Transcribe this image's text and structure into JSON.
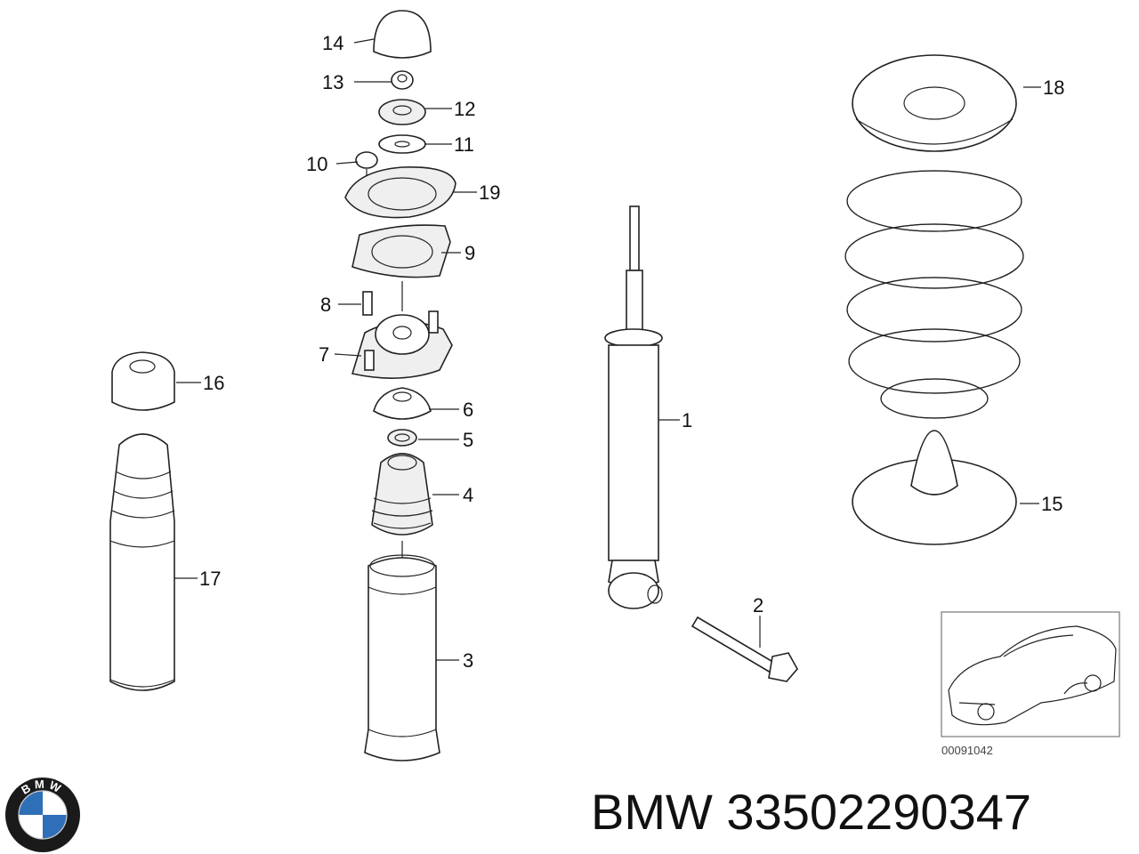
{
  "diagram": {
    "callouts": [
      "1",
      "2",
      "3",
      "4",
      "5",
      "6",
      "7",
      "8",
      "9",
      "10",
      "11",
      "12",
      "13",
      "14",
      "15",
      "16",
      "17",
      "18",
      "19"
    ],
    "inset_code": "00091042"
  },
  "brand": {
    "name": "BMW",
    "part_number": "33502290347",
    "logo_letters": "BMW",
    "logo_colors": {
      "blue": "#2f6fb7",
      "white": "#ffffff",
      "ring": "#1a1a1a"
    }
  }
}
